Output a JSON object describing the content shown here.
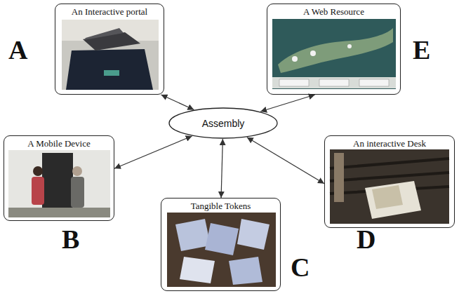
{
  "diagram": {
    "nodes": [
      {
        "text": [
          "An Interactive portal"
        ]
      },
      {
        "text": [
          "A Web Resource"
        ]
      },
      {
        "text": [
          "Assembly"
        ]
      },
      {
        "text": [
          "A Mobile Device"
        ]
      },
      {
        "text": [
          "An interactive Desk"
        ]
      },
      {
        "text": [
          "Tangible Tokens"
        ]
      }
    ],
    "edges": [
      {
        "from": 2,
        "to": 0,
        "arrow": "both"
      },
      {
        "from": 2,
        "to": 1,
        "arrow": "both"
      },
      {
        "from": 2,
        "to": 3,
        "arrow": "both"
      },
      {
        "from": 2,
        "to": 4,
        "arrow": "both"
      },
      {
        "from": 2,
        "to": 5,
        "arrow": "both"
      }
    ],
    "labels": [
      "A",
      "E",
      "B",
      "C",
      "D"
    ]
  }
}
